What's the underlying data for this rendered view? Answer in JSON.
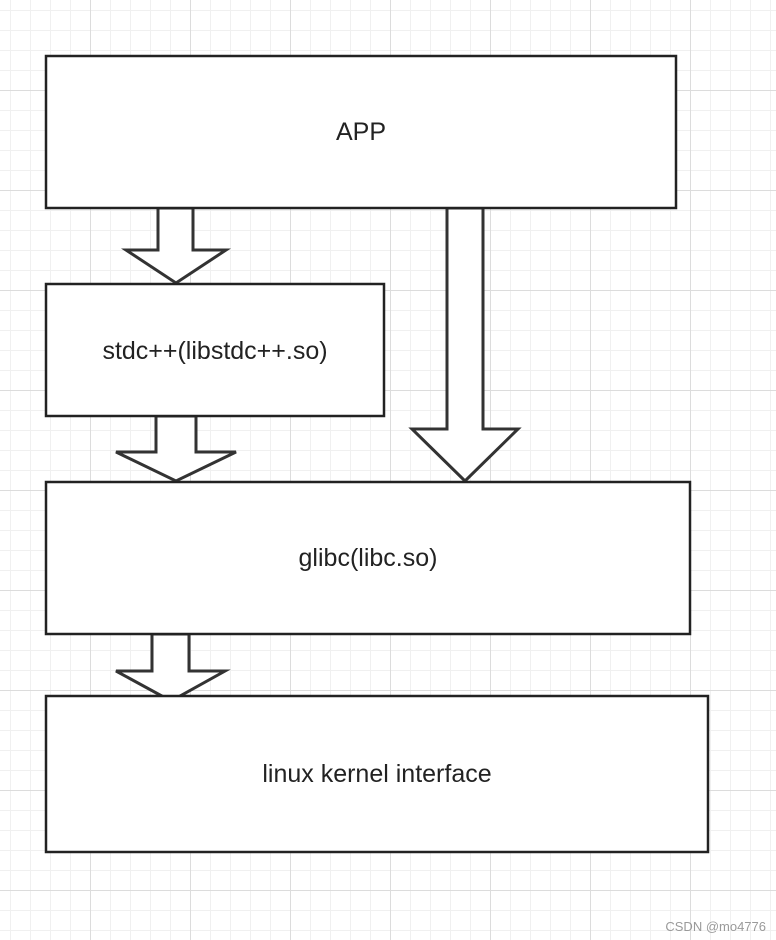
{
  "diagram": {
    "boxes": {
      "app": "APP",
      "stdcpp": "stdc++(libstdc++.so)",
      "glibc": "glibc(libc.so)",
      "kernel": "linux kernel interface"
    }
  },
  "watermark": "CSDN @mo4776"
}
